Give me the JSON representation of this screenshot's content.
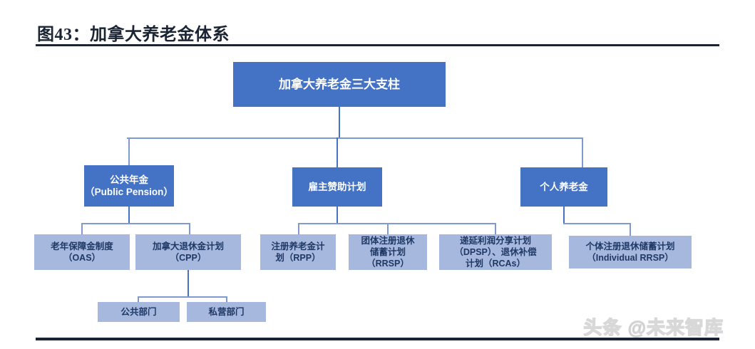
{
  "header": {
    "title": "图43：加拿大养老金体系"
  },
  "colors": {
    "node_dark": "#4472C4",
    "node_light": "#A6B8DE",
    "node_light_text": "#1F3864",
    "connector": "#7F9AD0",
    "title_text": "#1B2433"
  },
  "chart_data": {
    "type": "diagram",
    "title": "图43：加拿大养老金体系",
    "orientation": "top-down",
    "nodes": {
      "root": {
        "label": "加拿大养老金三大支柱",
        "style": "dark"
      },
      "pillar_1": {
        "label": "公共年金\n（Public Pension）",
        "style": "dark"
      },
      "pillar_2": {
        "label": "雇主赞助计划",
        "style": "dark"
      },
      "pillar_3": {
        "label": "个人养老金",
        "style": "dark"
      },
      "oas": {
        "label": "老年保障金制度\n（OAS）",
        "style": "light"
      },
      "cpp": {
        "label": "加拿大退休金计划\n（CPP）",
        "style": "light"
      },
      "rpp": {
        "label": "注册养老金计\n划（RPP）",
        "style": "light"
      },
      "rrsp": {
        "label": "团体注册退休\n储蓄计划\n（RRSP）",
        "style": "light"
      },
      "dpsp_rcas": {
        "label": "递延利润分享计划\n（DPSP）、退休补偿\n计划（RCAs）",
        "style": "light"
      },
      "individual_rrsp": {
        "label": "个体注册退休储蓄计划\n（Individual RRSP）",
        "style": "light"
      },
      "public_sector": {
        "label": "公共部门",
        "style": "light"
      },
      "private_sector": {
        "label": "私营部门",
        "style": "light"
      }
    },
    "edges": [
      {
        "from": "root",
        "to": "pillar_1"
      },
      {
        "from": "root",
        "to": "pillar_2"
      },
      {
        "from": "root",
        "to": "pillar_3"
      },
      {
        "from": "pillar_1",
        "to": "oas"
      },
      {
        "from": "pillar_1",
        "to": "cpp"
      },
      {
        "from": "pillar_2",
        "to": "rpp"
      },
      {
        "from": "pillar_2",
        "to": "rrsp"
      },
      {
        "from": "pillar_2",
        "to": "dpsp_rcas"
      },
      {
        "from": "pillar_3",
        "to": "individual_rrsp"
      },
      {
        "from": "cpp",
        "to": "public_sector"
      },
      {
        "from": "cpp",
        "to": "private_sector"
      }
    ]
  },
  "watermark": {
    "text": "头条 @未来智库"
  }
}
